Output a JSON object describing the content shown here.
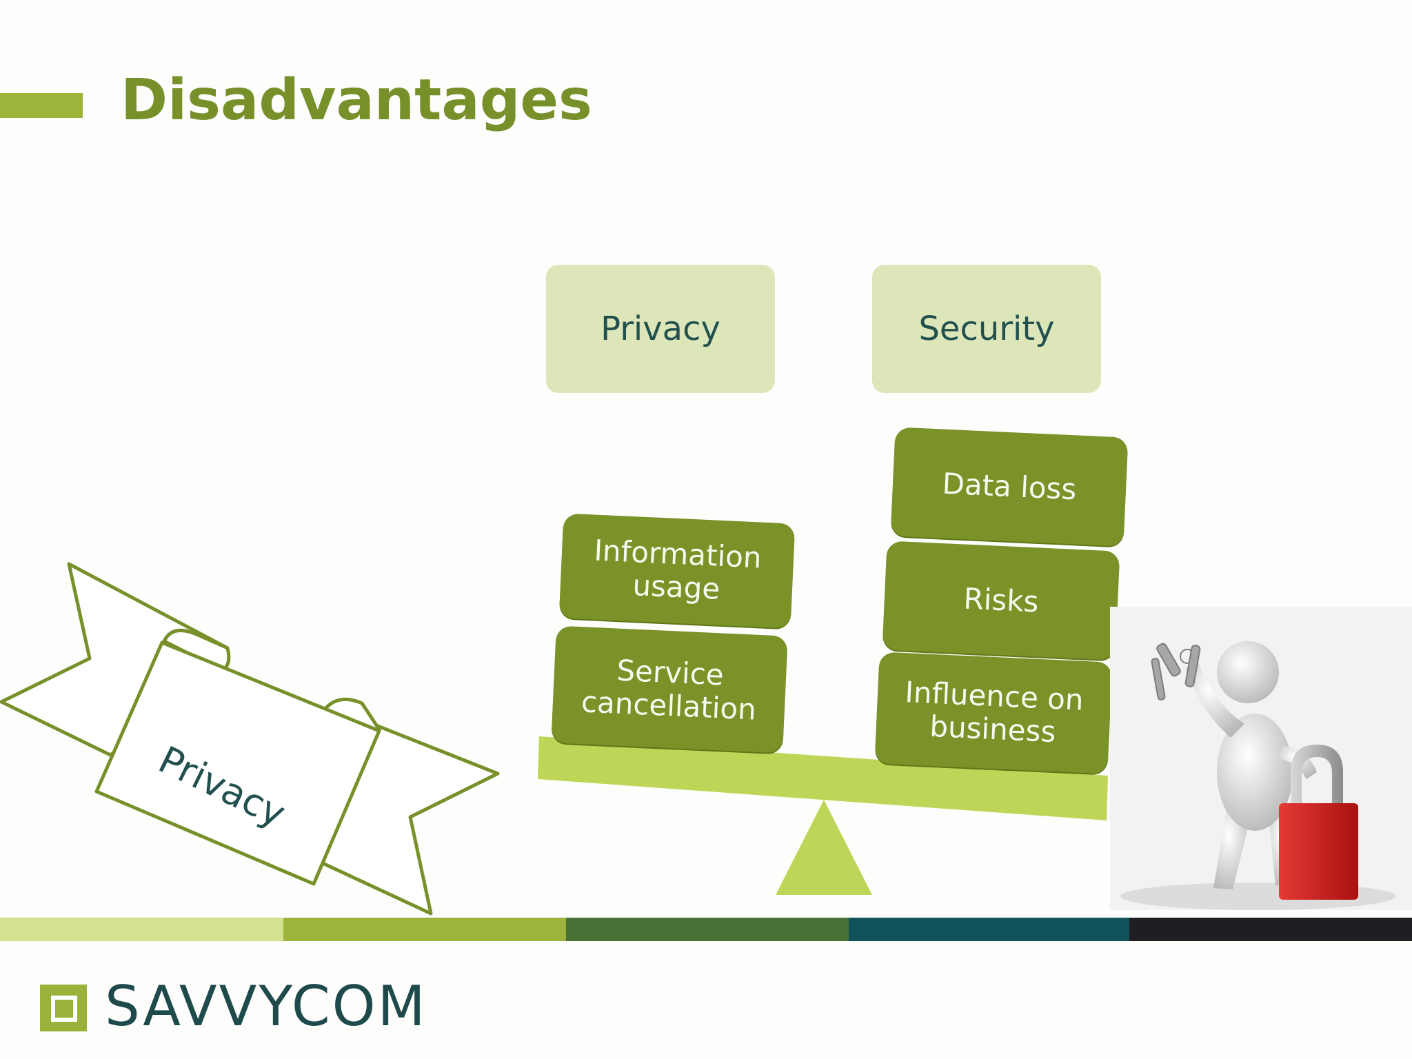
{
  "slide": {
    "title": "Disadvantages"
  },
  "headers": {
    "privacy": "Privacy",
    "security": "Security"
  },
  "privacy_blocks": [
    "Information usage",
    "Service cancellation"
  ],
  "security_blocks": [
    "Data loss",
    "Risks",
    "Influence on business"
  ],
  "ribbon": {
    "label": "Privacy"
  },
  "footer": {
    "brand": "SAVVYCOM",
    "stripe_colors": [
      "#d2e28e",
      "#9db43c",
      "#4a7237",
      "#12525a",
      "#1f1f23"
    ]
  },
  "colors": {
    "accent": "#77902a",
    "header_box": "#dce6b9",
    "block": "#7a9227",
    "beam": "#bdd657",
    "text_dark": "#21504e"
  },
  "icons": {
    "figure": "person-with-keys-and-padlock-illustration",
    "ribbon": "banner-ribbon-icon",
    "balance": "seesaw-balance-icon",
    "logo": "savvycom-square-logo-icon"
  }
}
